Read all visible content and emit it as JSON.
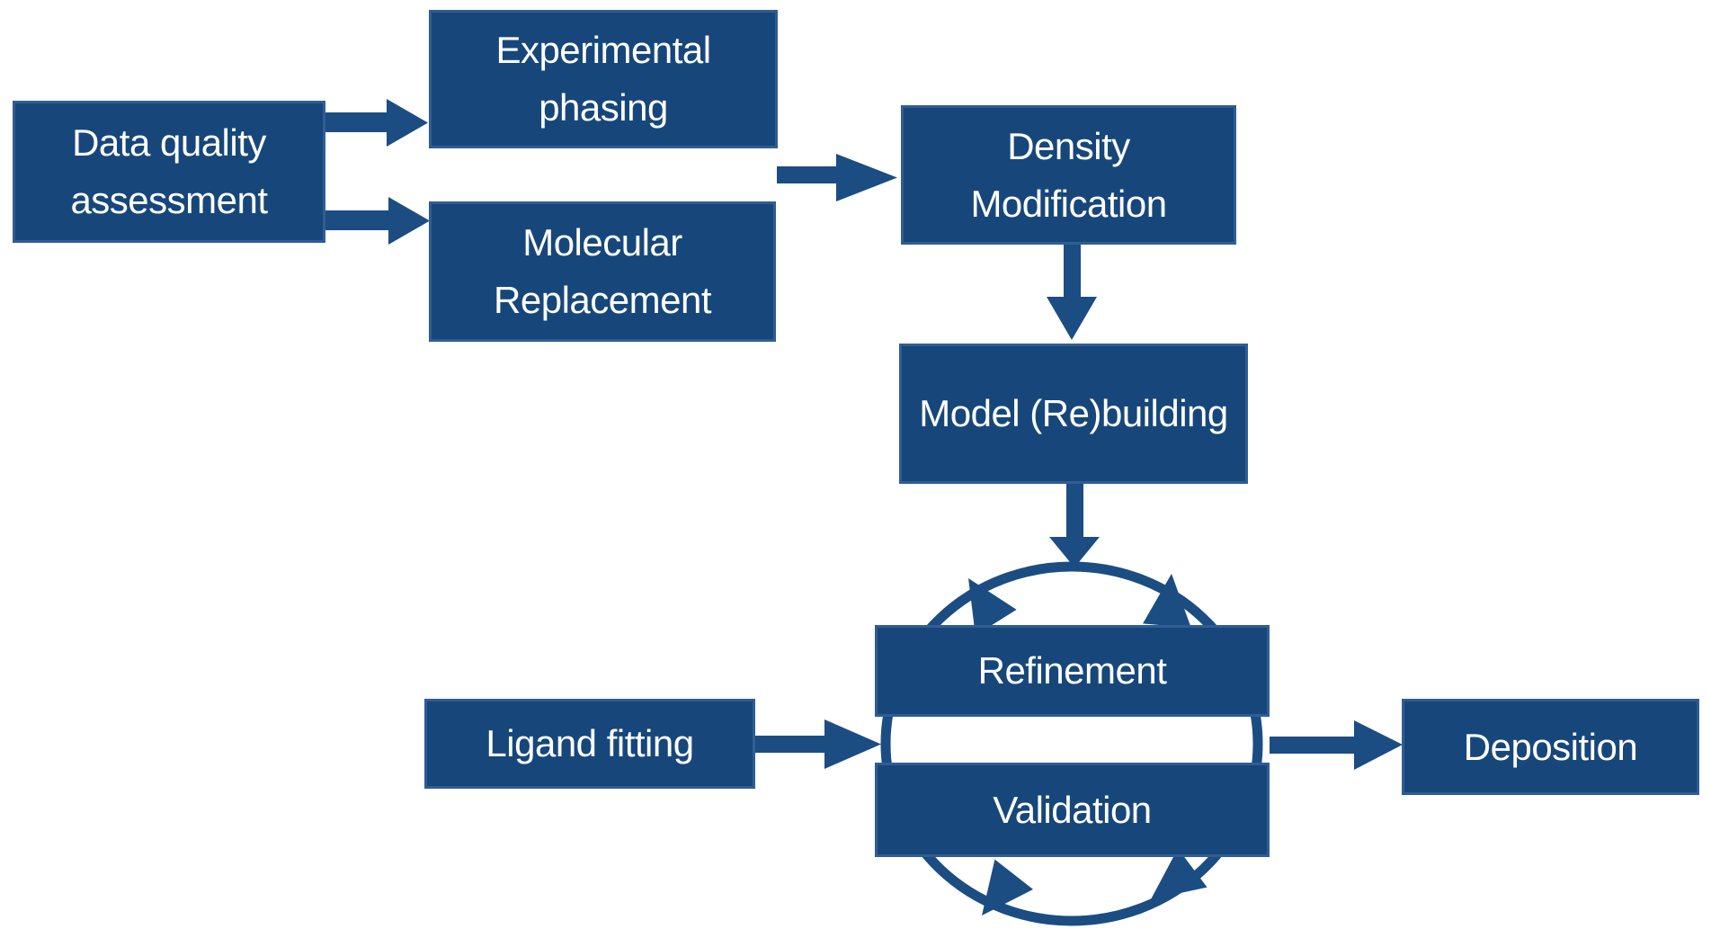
{
  "colors": {
    "box-fill": "#17477A",
    "box-border": "#2F5D94",
    "arrow": "#1B4D82",
    "text": "#FFFFFF",
    "background": "#FFFFFF"
  },
  "nodes": {
    "data_quality_assessment": {
      "label": "Data quality assessment"
    },
    "experimental_phasing": {
      "label": "Experimental phasing"
    },
    "molecular_replacement": {
      "label": "Molecular Replacement"
    },
    "density_modification": {
      "label": "Density Modification"
    },
    "model_rebuilding": {
      "label": "Model (Re)building"
    },
    "refinement": {
      "label": "Refinement"
    },
    "validation": {
      "label": "Validation"
    },
    "ligand_fitting": {
      "label": "Ligand fitting"
    },
    "deposition": {
      "label": "Deposition"
    }
  },
  "connections": [
    {
      "from": "Data quality assessment",
      "to": "Experimental phasing",
      "type": "arrow"
    },
    {
      "from": "Data quality assessment",
      "to": "Molecular Replacement",
      "type": "arrow"
    },
    {
      "from": "Experimental phasing / Molecular Replacement",
      "to": "Density Modification",
      "type": "arrow"
    },
    {
      "from": "Density Modification",
      "to": "Model (Re)building",
      "type": "arrow"
    },
    {
      "from": "Model (Re)building",
      "to": "Refinement-Validation cycle",
      "type": "arrow"
    },
    {
      "from": "Ligand fitting",
      "to": "Refinement-Validation cycle",
      "type": "arrow"
    },
    {
      "from": "Refinement-Validation cycle",
      "to": "Deposition",
      "type": "arrow"
    },
    {
      "between": [
        "Refinement",
        "Validation"
      ],
      "type": "cycle"
    }
  ]
}
